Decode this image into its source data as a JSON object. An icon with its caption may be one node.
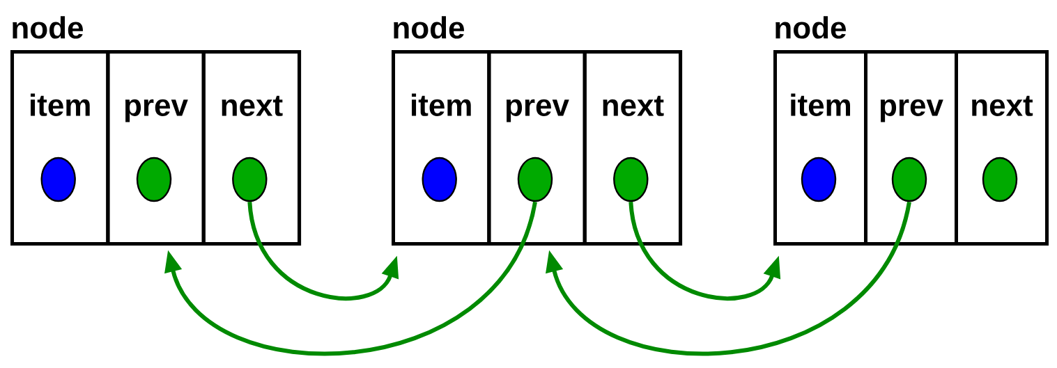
{
  "diagram": {
    "nodes": [
      {
        "text": [
          "node"
        ]
      },
      {
        "text": [
          "item"
        ],
        "in": 0
      },
      {
        "text": [],
        "shape": "circle",
        "in": 1
      },
      {
        "text": [
          "prev"
        ],
        "in": 0
      },
      {
        "text": [],
        "shape": "circle",
        "in": 3
      },
      {
        "text": [
          "next"
        ],
        "in": 0
      },
      {
        "text": [],
        "shape": "circle",
        "in": 5
      },
      {
        "text": [
          "node"
        ]
      },
      {
        "text": [
          "item"
        ],
        "in": 7
      },
      {
        "text": [],
        "shape": "circle",
        "in": 8
      },
      {
        "text": [
          "prev"
        ],
        "in": 7
      },
      {
        "text": [],
        "shape": "circle",
        "in": 10
      },
      {
        "text": [
          "next"
        ],
        "in": 7
      },
      {
        "text": [],
        "shape": "circle",
        "in": 12
      },
      {
        "text": [
          "node"
        ]
      },
      {
        "text": [
          "item"
        ],
        "in": 14
      },
      {
        "text": [],
        "shape": "circle",
        "in": 15
      },
      {
        "text": [
          "prev"
        ],
        "in": 14
      },
      {
        "text": [],
        "shape": "circle",
        "in": 17
      },
      {
        "text": [
          "next"
        ],
        "in": 14
      },
      {
        "text": [],
        "shape": "circle",
        "in": 19
      }
    ],
    "edges": [
      {
        "from": 6,
        "to": 7,
        "arrow": "to"
      },
      {
        "from": 11,
        "to": 0,
        "arrow": "to"
      },
      {
        "from": 13,
        "to": 14,
        "arrow": "to"
      },
      {
        "from": 18,
        "to": 7,
        "arrow": "to"
      }
    ]
  }
}
